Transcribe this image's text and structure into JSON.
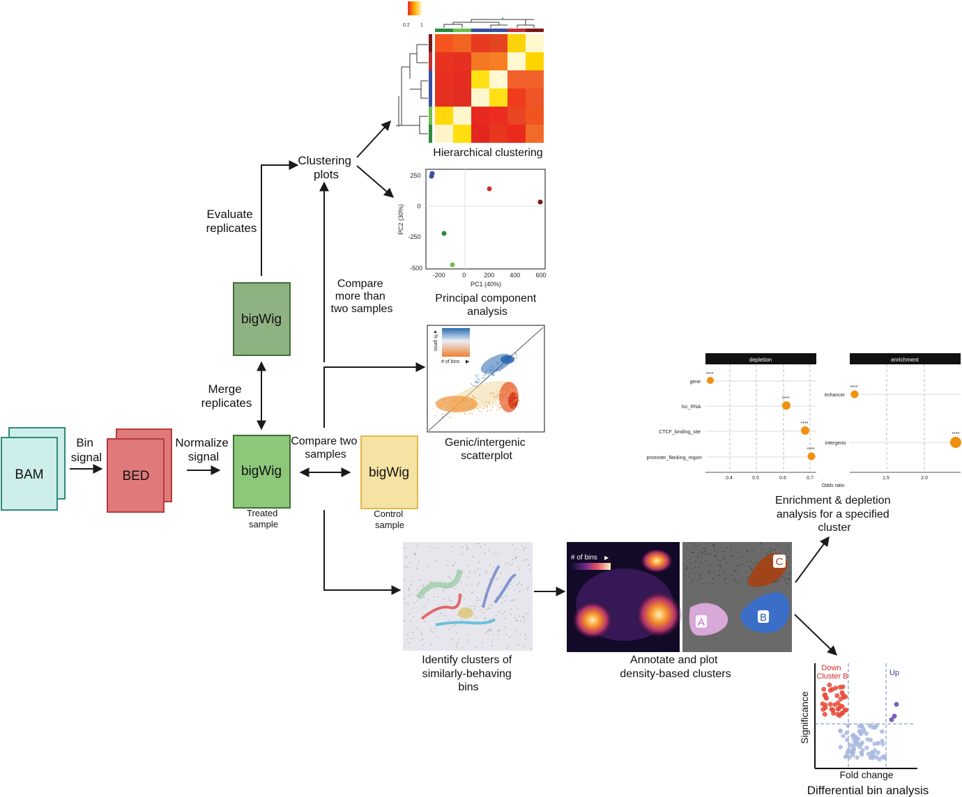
{
  "colors": {
    "bam_fill": "#cdeeea",
    "bam_stroke": "#2f8a7a",
    "bed_fill": "#e07a7a",
    "bed_stroke": "#b83a3a",
    "bigwig_treated": "#8dc77a",
    "bigwig_merged": "#8fb283",
    "bigwig_stroke": "#3f6e35",
    "bigwig_control": "#f5e3a3",
    "bigwig_control_stroke": "#e0b84a",
    "arrow": "#1a1a1a",
    "orange_dot": "#f0900f"
  },
  "nodes": {
    "bam": "BAM",
    "bed": "BED",
    "bigwig_treated": "bigWig",
    "bigwig_merged": "bigWig",
    "bigwig_control": "bigWig",
    "treated_caption": [
      "Treated",
      "sample"
    ],
    "control_caption": [
      "Control",
      "sample"
    ]
  },
  "edges": {
    "bin_signal": [
      "Bin",
      "signal"
    ],
    "normalize_signal": [
      "Normalize",
      "signal"
    ],
    "merge_replicates": [
      "Merge",
      "replicates"
    ],
    "evaluate_replicates": [
      "Evaluate",
      "replicates"
    ],
    "clustering_plots": [
      "Clustering",
      "plots"
    ],
    "compare_more": [
      "Compare",
      "more than",
      "two samples"
    ],
    "compare_two": [
      "Compare two",
      "samples"
    ]
  },
  "panels": {
    "heatmap": {
      "title": "Hierarchical clustering",
      "scale_min": "0.2",
      "scale_max": "1",
      "group_colors": [
        "#2e8b3e",
        "#6dbf4e",
        "#3a4fa0",
        "#3a4fa0",
        "#c03030",
        "#7a1a1a"
      ],
      "cells": [
        [
          "#f4541e",
          "#f16421",
          "#e83a1f",
          "#e44420",
          "#fcd20b",
          "#fff8cc"
        ],
        [
          "#e83320",
          "#e63021",
          "#f47724",
          "#f87e23",
          "#fff9cf",
          "#ffd400"
        ],
        [
          "#e62f20",
          "#e42c21",
          "#ffe116",
          "#fff8d0",
          "#f2602a",
          "#f06229"
        ],
        [
          "#e3301f",
          "#e22e22",
          "#fff7cd",
          "#ffe015",
          "#ef3c1d",
          "#ef5526"
        ],
        [
          "#ffd80a",
          "#fff6cc",
          "#e8291f",
          "#ea2c21",
          "#e94523",
          "#f0541f"
        ],
        [
          "#fff5c8",
          "#ffdf10",
          "#e3261f",
          "#e8361f",
          "#ea2a1c",
          "#f26a28"
        ]
      ]
    },
    "pca": {
      "title": [
        "Principal component",
        "analysis"
      ],
      "xlabel": "PC1 (40%)",
      "ylabel": "PC2 (30%)",
      "xticks": [
        "-200",
        "0",
        "200",
        "400",
        "600"
      ],
      "yticks": [
        "250",
        "0",
        "-250",
        "-500"
      ]
    },
    "scatter": {
      "title": [
        "Genic/intergenic",
        "scatterplot"
      ],
      "legend_y": "% genic",
      "legend_x": "# of bins"
    },
    "clusters": {
      "title": [
        "Identify clusters of",
        "similarly-behaving",
        "bins"
      ]
    },
    "density": {
      "title": [
        "Annotate and plot",
        "density-based clusters"
      ],
      "legend": "# of bins",
      "labels": [
        "A",
        "B",
        "C"
      ]
    },
    "enrichment": {
      "title": [
        "Enrichment & depletion",
        "analysis for a specified",
        "cluster"
      ],
      "depletion_header": "depletion",
      "enrichment_header": "enrichment",
      "depletion_rows": [
        "gene",
        "lnc_RNA",
        "CTCF_binding_site",
        "promoter_flanking_region"
      ],
      "enrichment_rows": [
        "enhancer",
        "intergenic"
      ],
      "depletion_ticks": [
        "0.4",
        "0.5",
        "0.6",
        "0.7"
      ],
      "enrichment_ticks": [
        "1.5",
        "2.0"
      ],
      "xlabel": "Odds ratio",
      "sig": "****"
    },
    "volcano": {
      "title": "Differential bin analysis",
      "xlabel": "Fold change",
      "ylabel": "Significance",
      "down_label": [
        "Down",
        "Cluster B"
      ],
      "up_label": "Up"
    }
  }
}
